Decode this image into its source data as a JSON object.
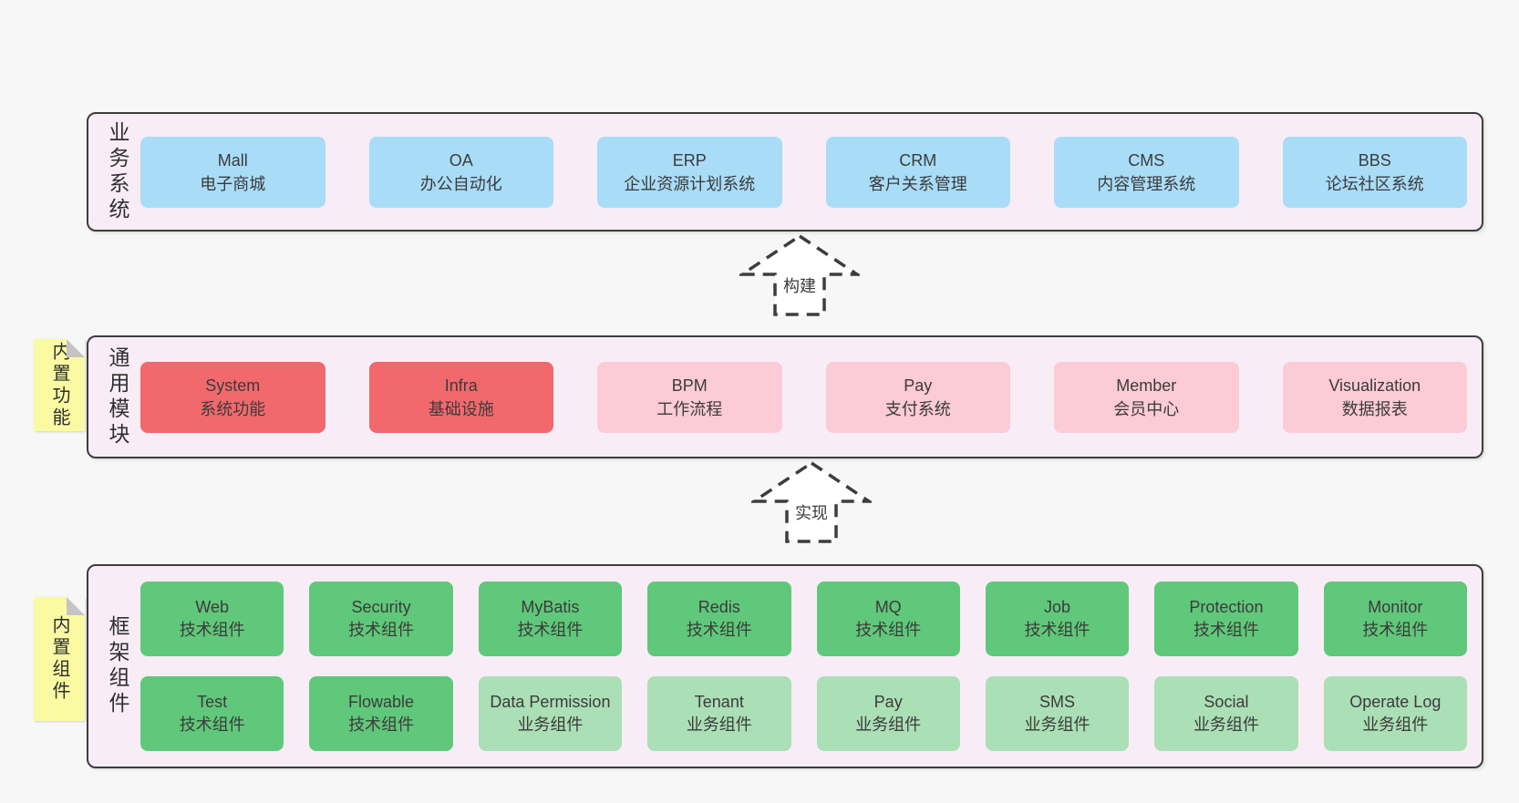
{
  "colors": {
    "blue": "#a9dcf7",
    "red": "#f1696c",
    "pink": "#fbcbd6",
    "green": "#60c87a",
    "light_green": "#abdfb5",
    "section_bg": "#f8edf6",
    "section_border": "#3d3d3d",
    "sticky_yellow": "#fafaa3",
    "page_bg": "#f7f7f7",
    "text": "#3b3b3b"
  },
  "sections": [
    {
      "id": "business",
      "label": "业务系统",
      "rows": [
        [
          {
            "name": "Mall",
            "desc": "电子商城",
            "color": "blue"
          },
          {
            "name": "OA",
            "desc": "办公自动化",
            "color": "blue"
          },
          {
            "name": "ERP",
            "desc": "企业资源计划系统",
            "color": "blue"
          },
          {
            "name": "CRM",
            "desc": "客户关系管理",
            "color": "blue"
          },
          {
            "name": "CMS",
            "desc": "内容管理系统",
            "color": "blue"
          },
          {
            "name": "BBS",
            "desc": "论坛社区系统",
            "color": "blue"
          }
        ]
      ]
    },
    {
      "id": "modules",
      "label": "通用模块",
      "sticky": "内置功能",
      "rows": [
        [
          {
            "name": "System",
            "desc": "系统功能",
            "color": "red"
          },
          {
            "name": "Infra",
            "desc": "基础设施",
            "color": "red"
          },
          {
            "name": "BPM",
            "desc": "工作流程",
            "color": "pink"
          },
          {
            "name": "Pay",
            "desc": "支付系统",
            "color": "pink"
          },
          {
            "name": "Member",
            "desc": "会员中心",
            "color": "pink"
          },
          {
            "name": "Visualization",
            "desc": "数据报表",
            "color": "pink"
          }
        ]
      ]
    },
    {
      "id": "framework",
      "label": "框架组件",
      "sticky": "内置组件",
      "rows": [
        [
          {
            "name": "Web",
            "desc": "技术组件",
            "color": "green"
          },
          {
            "name": "Security",
            "desc": "技术组件",
            "color": "green"
          },
          {
            "name": "MyBatis",
            "desc": "技术组件",
            "color": "green"
          },
          {
            "name": "Redis",
            "desc": "技术组件",
            "color": "green"
          },
          {
            "name": "MQ",
            "desc": "技术组件",
            "color": "green"
          },
          {
            "name": "Job",
            "desc": "技术组件",
            "color": "green"
          },
          {
            "name": "Protection",
            "desc": "技术组件",
            "color": "green"
          },
          {
            "name": "Monitor",
            "desc": "技术组件",
            "color": "green"
          }
        ],
        [
          {
            "name": "Test",
            "desc": "技术组件",
            "color": "green"
          },
          {
            "name": "Flowable",
            "desc": "技术组件",
            "color": "green"
          },
          {
            "name": "Data Permission",
            "desc": "业务组件",
            "color": "light_green"
          },
          {
            "name": "Tenant",
            "desc": "业务组件",
            "color": "light_green"
          },
          {
            "name": "Pay",
            "desc": "业务组件",
            "color": "light_green"
          },
          {
            "name": "SMS",
            "desc": "业务组件",
            "color": "light_green"
          },
          {
            "name": "Social",
            "desc": "业务组件",
            "color": "light_green"
          },
          {
            "name": "Operate Log",
            "desc": "业务组件",
            "color": "light_green"
          }
        ]
      ]
    }
  ],
  "arrows": [
    {
      "label": "构建"
    },
    {
      "label": "实现"
    }
  ]
}
